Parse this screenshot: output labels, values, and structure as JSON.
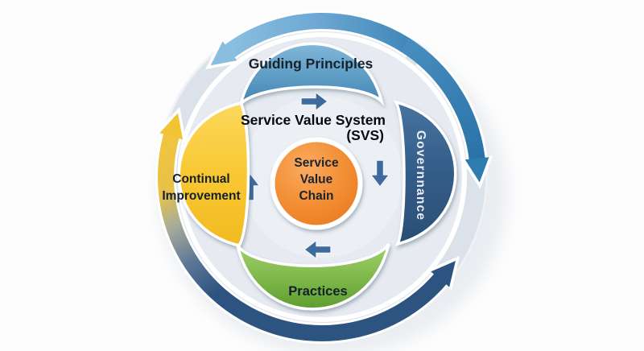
{
  "diagram": {
    "svs_label": {
      "line1": "Service Value System",
      "line2": "(SVS)"
    },
    "center": {
      "line1": "Service",
      "line2": "Value",
      "line3": "Chain"
    },
    "pills": {
      "top": {
        "label": "Guiding Principles"
      },
      "right": {
        "label": "Governnance"
      },
      "bottom": {
        "label": "Practices"
      },
      "left": {
        "label_line1": "Continual",
        "label_line2": "Improvement"
      }
    },
    "colors": {
      "outer_arc_blue": "#6fa9d4",
      "teal_arrow": "#2f7cb0",
      "navy_arc": "#2d5480",
      "yellow_arrow": "#f2c433",
      "inner_arrow_blue": "#3e6b9d",
      "ring_gray": "#dce2e9",
      "disc_gray": "#e7ebf1",
      "pill_top_blue": "#4484b1",
      "pill_right_navy": "#2a4e74",
      "pill_bottom_green": "#5f9c2f",
      "pill_left_yellow": "#f2ba22",
      "center_orange": "#e8791f",
      "background": "#fdfdfd"
    }
  }
}
